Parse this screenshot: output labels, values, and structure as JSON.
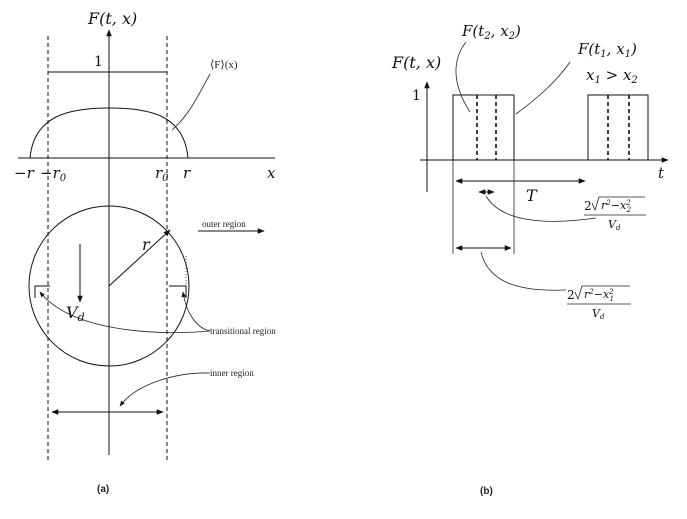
{
  "panel_a": {
    "axis_f": "F(t, x)",
    "axis_x": "x",
    "level_one": "1",
    "curve_label": "⟨F⟩(x)",
    "tick_neg_r": "−r",
    "tick_neg_r0": "−r",
    "tick_neg_r0_sub": "0",
    "tick_r0": "r",
    "tick_r0_sub": "0",
    "tick_r": "r",
    "radius_label": "r",
    "velocity_label": "V",
    "velocity_sub": "d",
    "outer_region": "outer region",
    "transitional_region": "transitional region",
    "inner_region": "inner region",
    "caption": "(a)"
  },
  "panel_b": {
    "axis_f": "F(t, x)",
    "axis_t": "t",
    "level_one": "1",
    "label_f2": "F(t",
    "label_f2_mid": ", x",
    "label_f2_end": ")",
    "label_f2_sub1": "2",
    "label_f2_sub2": "2",
    "label_f1": "F(t",
    "label_f1_mid": ", x",
    "label_f1_end": ")",
    "label_f1_sub1": "1",
    "label_f1_sub2": "1",
    "cond_x1": "x",
    "cond_sub1": "1",
    "cond_gt": " > x",
    "cond_sub2": "2",
    "period_label": "T",
    "frac_two": "2",
    "frac_inner_r": "r",
    "frac_inner_r_exp": "2",
    "frac_inner_minus": "−x",
    "frac_x2_exp": "2",
    "frac_x2_sub": "2",
    "frac_x1_exp": "2",
    "frac_x1_sub": "1",
    "frac_den": "V",
    "frac_den_sub": "d",
    "caption": "(b)"
  }
}
